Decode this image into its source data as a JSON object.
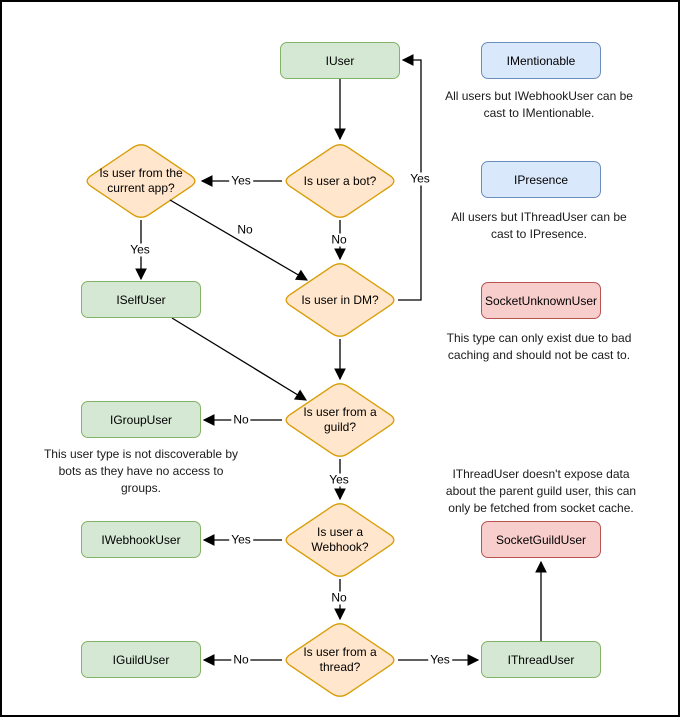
{
  "nodes": {
    "iuser": "IUser",
    "imentionable": "IMentionable",
    "ipresence": "IPresence",
    "socket_unknown_user": "SocketUnknownUser",
    "iself_user": "ISelfUser",
    "igroup_user": "IGroupUser",
    "iwebhook_user": "IWebhookUser",
    "iguild_user": "IGuildUser",
    "socket_guild_user": "SocketGuildUser",
    "ithread_user": "IThreadUser"
  },
  "decisions": {
    "is_bot": "Is user a bot?",
    "is_current_app": "Is user from the\ncurrent app?",
    "is_dm": "Is user in DM?",
    "is_guild": "Is user from a\nguild?",
    "is_webhook": "Is user a\nWebhook?",
    "is_thread": "Is user from a\nthread?"
  },
  "edge_labels": {
    "bot_to_current_app": "Yes",
    "bot_to_dm": "No",
    "current_app_to_iself": "Yes",
    "current_app_to_dm": "No",
    "dm_to_iuser": "Yes",
    "guild_to_igroup": "No",
    "guild_to_webhook": "Yes",
    "webhook_to_iwebhook": "Yes",
    "webhook_to_thread": "No",
    "thread_to_iguild": "No",
    "thread_to_ithread": "Yes"
  },
  "annotations": {
    "mentionable": "All users but IWebhookUser can be\ncast to IMentionable.",
    "presence": "All users but IThreadUser can be\ncast to IPresence.",
    "unknown_user": "This type can only exist due to bad\ncaching and should not be cast to.",
    "group_user": "This user type is not discoverable by\nbots as they have no access to\ngroups.",
    "thread_user": "IThreadUser doesn't expose data\nabout the parent guild user, this can\nonly be fetched from socket cache."
  },
  "colors": {
    "interface_fill": "#d5e8d4",
    "interface_stroke": "#82b366",
    "decision_fill": "#ffe6cc",
    "decision_stroke": "#d79b00",
    "castable_fill": "#dae8fc",
    "castable_stroke": "#6c8ebf",
    "socket_fill": "#f8cecc",
    "socket_stroke": "#b85450",
    "edge_color": "#000000"
  }
}
